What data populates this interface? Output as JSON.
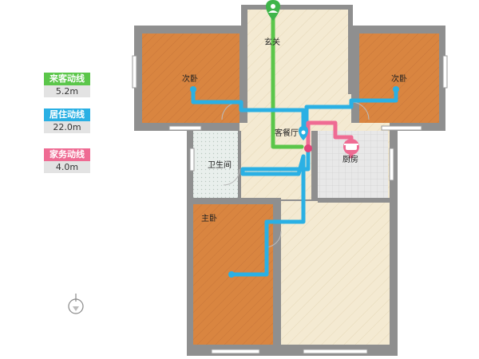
{
  "legend": [
    {
      "label": "来客动线",
      "value": "5.2m",
      "color": "#5bc64a"
    },
    {
      "label": "居住动线",
      "value": "22.0m",
      "color": "#2ab0e4"
    },
    {
      "label": "家务动线",
      "value": "4.0m",
      "color": "#ef6b93"
    }
  ],
  "rooms": {
    "entrance": "玄关",
    "bedroom_left": "次卧",
    "bedroom_right": "次卧",
    "living_dining": "客餐厅",
    "kitchen": "厨房",
    "bathroom": "卫生间",
    "master_bedroom": "主卧"
  },
  "colors": {
    "wall": "#8f8f8f",
    "bedroom_floor": "#d98540",
    "living_floor": "#f4ead2",
    "tile_floor": "#e8e8e8",
    "guest_path": "#5bc64a",
    "living_path": "#2ab0e4",
    "chore_path": "#ef6b93"
  },
  "icons": [
    "entrance-pin-icon",
    "kitchen-pot-icon",
    "compass-icon"
  ]
}
